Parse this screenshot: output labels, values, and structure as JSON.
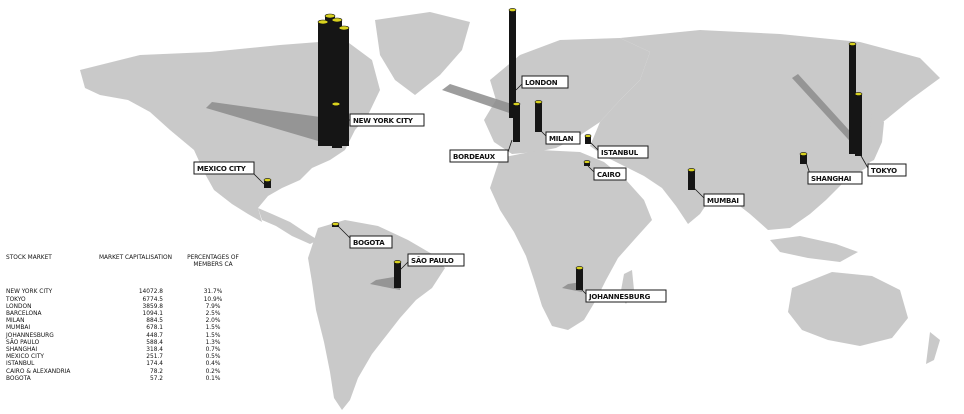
{
  "table": {
    "headers": [
      "STOCK MARKET",
      "MARKET CAPITALISATION",
      "PERCENTAGES OF MEMBERS CA"
    ],
    "rows": [
      {
        "market": "NEW YORK CITY",
        "cap": "14072.8",
        "pct": "31.7%"
      },
      {
        "market": "TOKYO",
        "cap": "6774.5",
        "pct": "10.9%"
      },
      {
        "market": "LONDON",
        "cap": "3859.8",
        "pct": "7.9%"
      },
      {
        "market": "BARCELONA",
        "cap": "1094.1",
        "pct": "2.5%"
      },
      {
        "market": "MILAN",
        "cap": "884.5",
        "pct": "2.0%"
      },
      {
        "market": "MUMBAI",
        "cap": "678.1",
        "pct": "1.5%"
      },
      {
        "market": "JOHANNESBURG",
        "cap": "448.7",
        "pct": "1.5%"
      },
      {
        "market": "SÃO PAULO",
        "cap": "588.4",
        "pct": "1.3%"
      },
      {
        "market": "SHANGHAI",
        "cap": "318.4",
        "pct": "0.7%"
      },
      {
        "market": "MEXICO CITY",
        "cap": "251.7",
        "pct": "0.5%"
      },
      {
        "market": "ISTANBUL",
        "cap": "174.4",
        "pct": "0.4%"
      },
      {
        "market": "CAIRO & ALEXANDRIA",
        "cap": "78.2",
        "pct": "0.2%"
      },
      {
        "market": "BOGOTA",
        "cap": "57.2",
        "pct": "0.1%"
      }
    ]
  },
  "labels": {
    "new_york": "NEW YORK CITY",
    "london": "LONDON",
    "bordeaux": "BORDEAUX",
    "milan": "MILAN",
    "istanbul": "ISTANBUL",
    "cairo": "CAIRO",
    "mumbai": "MUMBAI",
    "shanghai": "SHANGHAI",
    "tokyo": "TOKYO",
    "mexico_city": "MEXICO CITY",
    "bogota": "BOGOTA",
    "sao_paulo": "SÃO PAULO",
    "johannesburg": "JOHANNESBURG"
  },
  "colors": {
    "land": "#c9c9c9",
    "bar": "#151515",
    "bar_cap": "#d9d21e",
    "shadow": "#8c8c8c"
  }
}
